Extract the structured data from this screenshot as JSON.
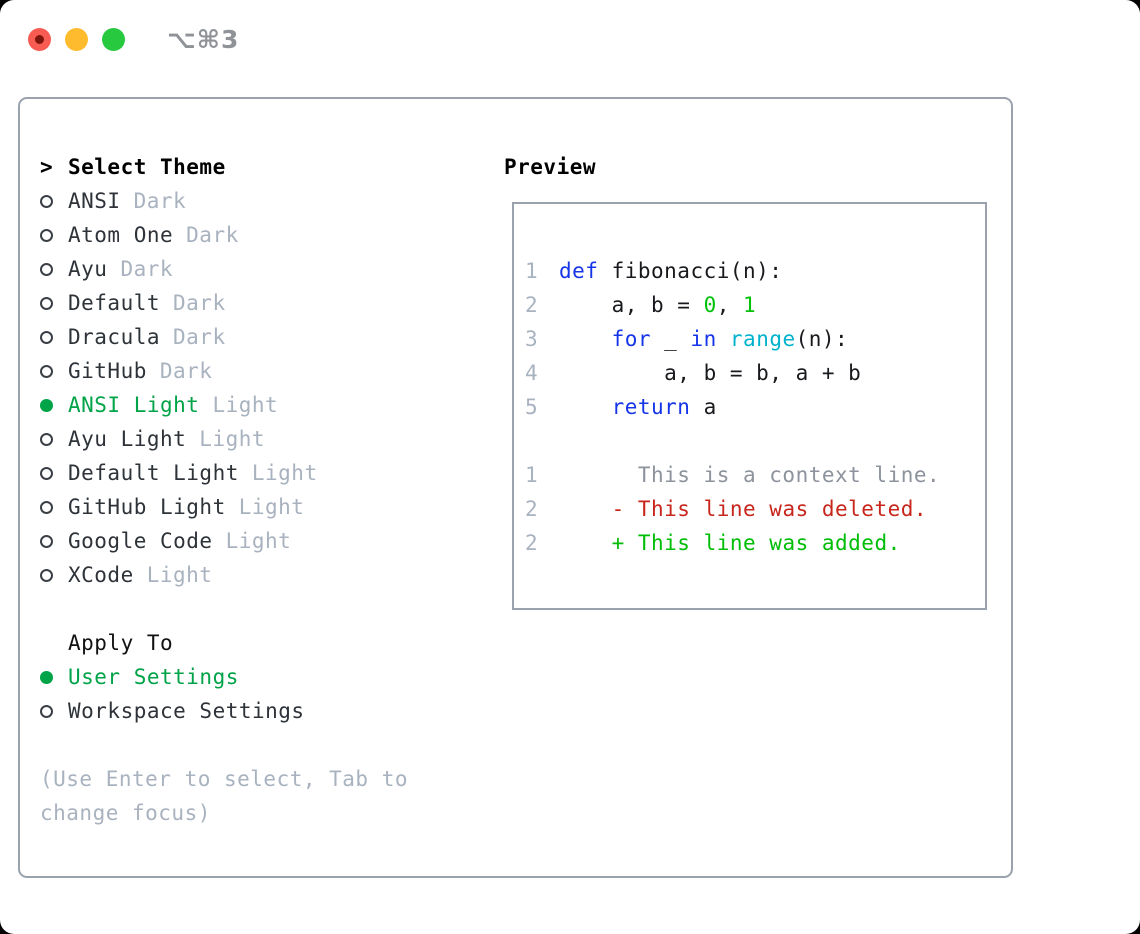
{
  "window": {
    "title": "⌥⌘3",
    "traffic_lights": {
      "close": "close-button",
      "minimize": "minimize-button",
      "zoom": "zoom-button"
    }
  },
  "theme_picker": {
    "prompt": ">",
    "header": "Select Theme",
    "themes": [
      {
        "name": "ANSI",
        "tag": "Dark",
        "selected": false
      },
      {
        "name": "Atom One",
        "tag": "Dark",
        "selected": false
      },
      {
        "name": "Ayu",
        "tag": "Dark",
        "selected": false
      },
      {
        "name": "Default",
        "tag": "Dark",
        "selected": false
      },
      {
        "name": "Dracula",
        "tag": "Dark",
        "selected": false
      },
      {
        "name": "GitHub",
        "tag": "Dark",
        "selected": false
      },
      {
        "name": "ANSI Light",
        "tag": "Light",
        "selected": true
      },
      {
        "name": "Ayu Light",
        "tag": "Light",
        "selected": false
      },
      {
        "name": "Default Light",
        "tag": "Light",
        "selected": false
      },
      {
        "name": "GitHub Light",
        "tag": "Light",
        "selected": false
      },
      {
        "name": "Google Code",
        "tag": "Light",
        "selected": false
      },
      {
        "name": "XCode",
        "tag": "Light",
        "selected": false
      }
    ],
    "apply_to": {
      "header": "Apply To",
      "options": [
        {
          "label": "User Settings",
          "selected": true
        },
        {
          "label": "Workspace Settings",
          "selected": false
        }
      ]
    },
    "help": "(Use Enter to select, Tab to\nchange focus)"
  },
  "preview": {
    "header": "Preview",
    "lines": [
      {
        "num": "1",
        "tokens": [
          {
            "t": "def",
            "c": "keyword"
          },
          {
            "t": " fibonacci(n):",
            "c": "plain"
          }
        ]
      },
      {
        "num": "2",
        "tokens": [
          {
            "t": "    a, b = ",
            "c": "plain"
          },
          {
            "t": "0",
            "c": "number"
          },
          {
            "t": ", ",
            "c": "plain"
          },
          {
            "t": "1",
            "c": "number"
          }
        ]
      },
      {
        "num": "3",
        "tokens": [
          {
            "t": "    ",
            "c": "plain"
          },
          {
            "t": "for",
            "c": "keyword"
          },
          {
            "t": " _ ",
            "c": "plain"
          },
          {
            "t": "in",
            "c": "keyword"
          },
          {
            "t": " ",
            "c": "plain"
          },
          {
            "t": "range",
            "c": "builtin"
          },
          {
            "t": "(n):",
            "c": "plain"
          }
        ]
      },
      {
        "num": "4",
        "tokens": [
          {
            "t": "        a, b = b, a + b",
            "c": "plain"
          }
        ]
      },
      {
        "num": "5",
        "tokens": [
          {
            "t": "    ",
            "c": "plain"
          },
          {
            "t": "return",
            "c": "keyword"
          },
          {
            "t": " a",
            "c": "plain"
          }
        ]
      },
      {
        "num": "",
        "tokens": []
      },
      {
        "num": "1",
        "tokens": [
          {
            "t": "      This is a context line.",
            "c": "context"
          }
        ]
      },
      {
        "num": "2",
        "tokens": [
          {
            "t": "    ",
            "c": "plain"
          },
          {
            "t": "- This line was deleted.",
            "c": "removed"
          }
        ]
      },
      {
        "num": "2",
        "tokens": [
          {
            "t": "    ",
            "c": "plain"
          },
          {
            "t": "+ This line was added.",
            "c": "added"
          }
        ]
      }
    ]
  },
  "colors": {
    "selection_green": "#00a347",
    "keyword_blue": "#1535e8",
    "builtin_cyan": "#00b3cd",
    "number_green": "#00c208",
    "removed_red": "#c8261c",
    "added_green": "#00bd06",
    "muted_gray": "#a9b2bf",
    "panel_border": "#9aa2ad",
    "traffic_red": "#f75b51",
    "traffic_yellow": "#fdbb2d",
    "traffic_green": "#27c93f"
  }
}
